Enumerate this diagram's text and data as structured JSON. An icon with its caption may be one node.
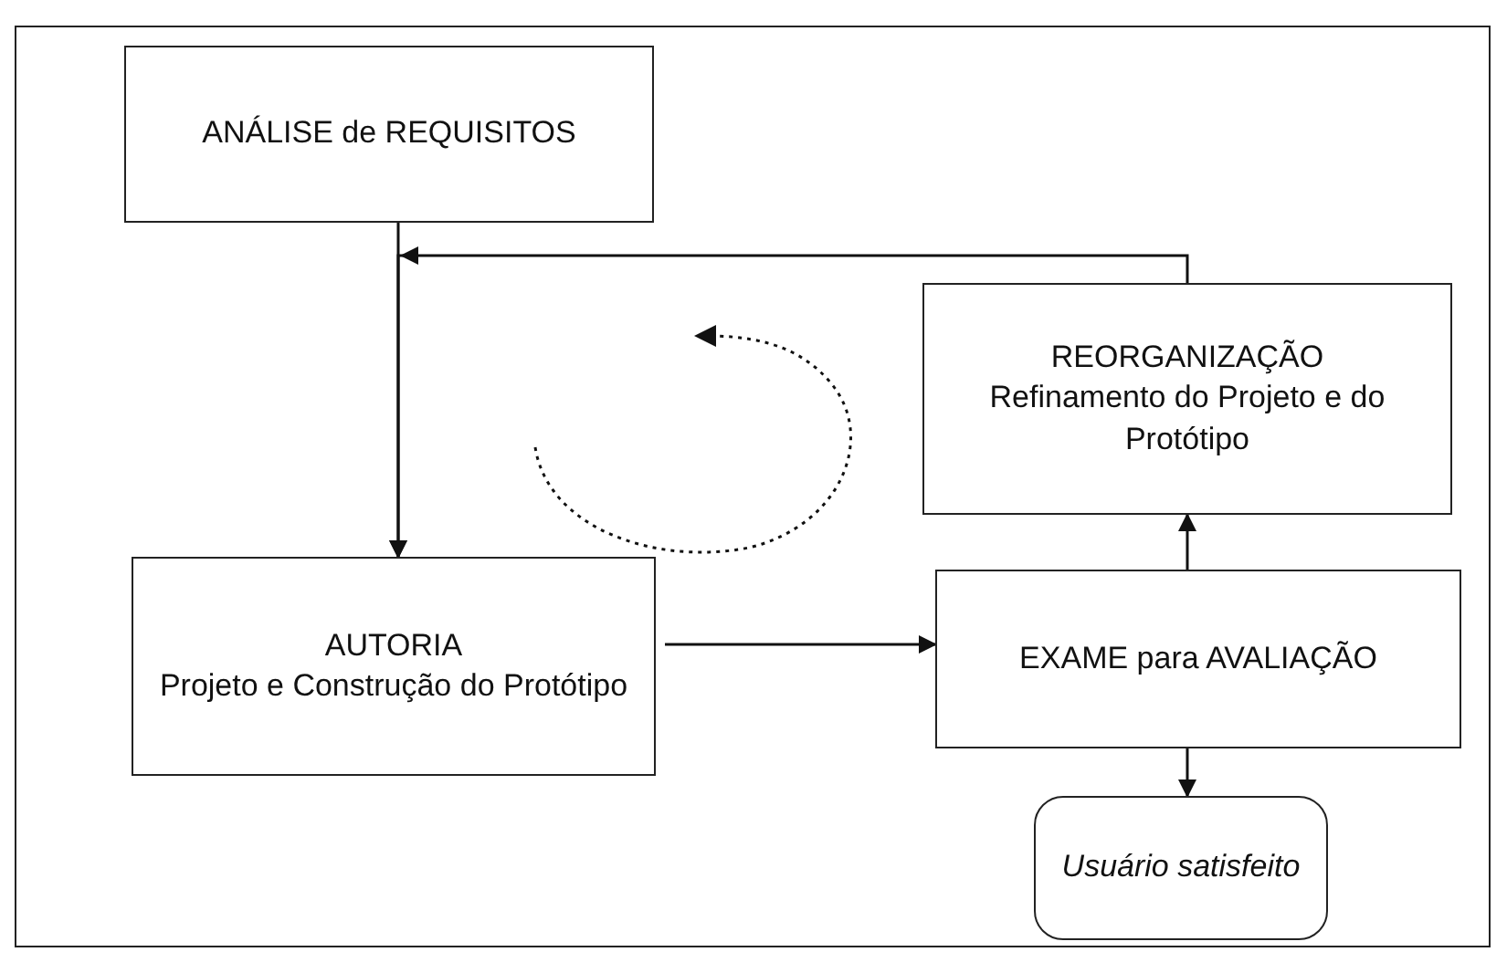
{
  "diagram": {
    "nodes": [
      {
        "text": [
          "ANÁLISE de REQUISITOS"
        ]
      },
      {
        "text": [
          "REORGANIZAÇÃO",
          "Refinamento do Projeto e do Protótipo"
        ]
      },
      {
        "text": [
          "AUTORIA",
          "Projeto e Construção do Protótipo"
        ]
      },
      {
        "text": [
          "EXAME para AVALIAÇÃO"
        ]
      },
      {
        "text": [
          "Usuário satisfeito"
        ]
      }
    ],
    "edges": [
      {
        "from": 0,
        "to": 2,
        "arrow": "to"
      },
      {
        "from": 1,
        "to": 2,
        "arrow": "to"
      },
      {
        "from": 2,
        "to": 3,
        "arrow": "to"
      },
      {
        "from": 3,
        "to": 1,
        "arrow": "to"
      },
      {
        "from": 3,
        "to": 4,
        "arrow": "to"
      }
    ]
  }
}
